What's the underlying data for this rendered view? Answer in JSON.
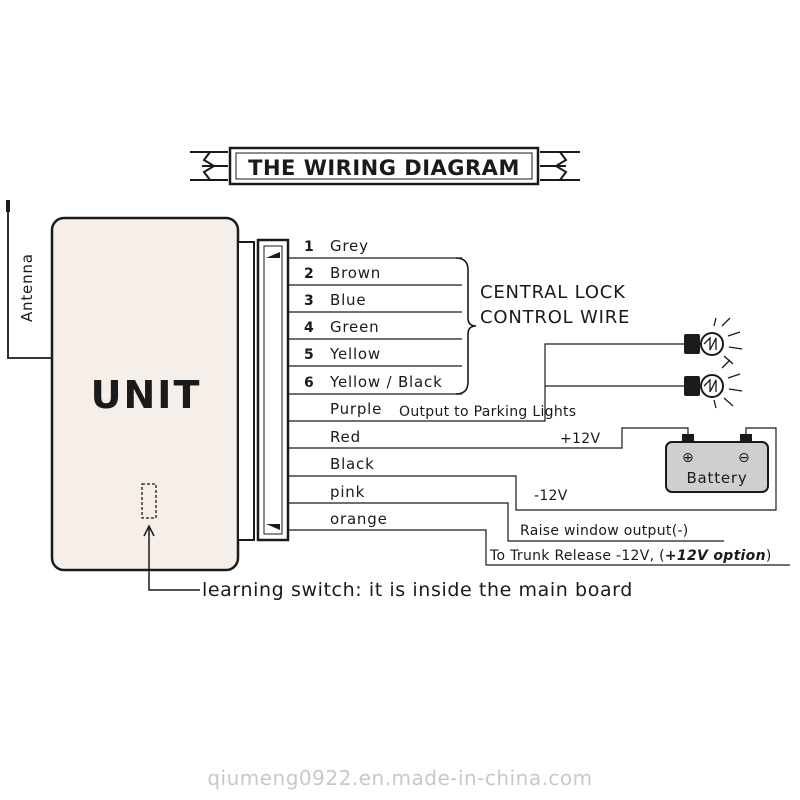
{
  "title": "THE WIRING DIAGRAM",
  "unit_label": "UNIT",
  "antenna_label": "Antenna",
  "wires": [
    {
      "num": "1",
      "color": "Grey"
    },
    {
      "num": "2",
      "color": "Brown"
    },
    {
      "num": "3",
      "color": "Blue"
    },
    {
      "num": "4",
      "color": "Green"
    },
    {
      "num": "5",
      "color": "Yellow"
    },
    {
      "num": "6",
      "color": "Yellow / Black"
    },
    {
      "num": "",
      "color": "Purple"
    },
    {
      "num": "",
      "color": "Red"
    },
    {
      "num": "",
      "color": "Black"
    },
    {
      "num": "",
      "color": "pink"
    },
    {
      "num": "",
      "color": "orange"
    }
  ],
  "central_lock": {
    "line1": "CENTRAL LOCK",
    "line2": "CONTROL WIRE"
  },
  "notes": {
    "parking": "Output to Parking Lights",
    "plus12v": "+12V",
    "minus12v": "-12V",
    "raise_window": "Raise window output(-)",
    "trunk": "To Trunk Release -12V, (",
    "trunk_option": "+12V option",
    "trunk_end": ")",
    "learning": "learning switch: it is  inside the main board"
  },
  "battery": {
    "label": "Battery",
    "plus": "⊕",
    "minus": "⊖"
  },
  "watermark": "qiumeng0922.en.made-in-china.com"
}
